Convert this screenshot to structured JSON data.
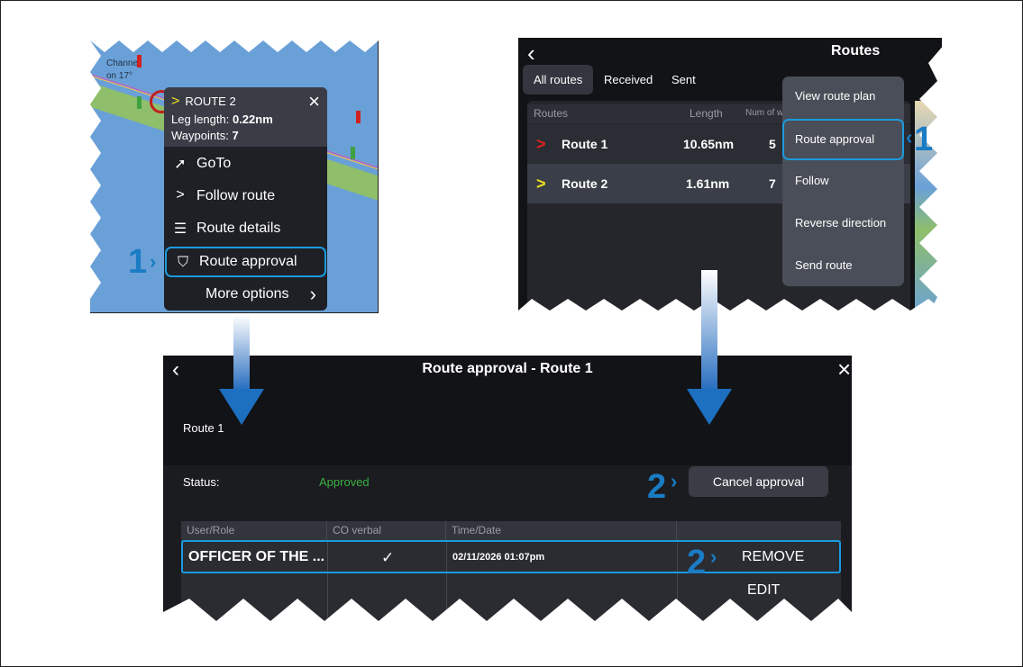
{
  "map_popup": {
    "title": "ROUTE 2",
    "leg_label": "Leg length: ",
    "leg_value": "0.22nm",
    "wp_label": "Waypoints: ",
    "wp_value": "7",
    "items": [
      "GoTo",
      "Follow route",
      "Route details",
      "Route approval",
      "More options"
    ],
    "close": "×",
    "more_chevron": "›"
  },
  "map_labels": [
    "Channel",
    "on 17°"
  ],
  "routes_page": {
    "title": "Routes",
    "back": "‹",
    "tabs": [
      "All routes",
      "Received",
      "Sent"
    ],
    "columns": [
      "Routes",
      "Length",
      "Num of w"
    ],
    "rows": [
      {
        "name": "Route 1",
        "length": "10.65nm",
        "waypoints": "5",
        "color": "#e02020"
      },
      {
        "name": "Route 2",
        "length": "1.61nm",
        "waypoints": "7",
        "color": "#f0e020"
      }
    ],
    "menu": [
      "View route plan",
      "Route approval",
      "Follow",
      "Reverse direction",
      "Send route"
    ]
  },
  "approval_page": {
    "title": "Route approval - Route 1",
    "back": "‹",
    "close": "×",
    "route_name": "Route 1",
    "status_label": "Status:",
    "status_value": "Approved",
    "status_color": "#3cb043",
    "cancel_button": "Cancel approval",
    "columns": [
      "User/Role",
      "CO verbal",
      "Time/Date",
      ""
    ],
    "rows": [
      {
        "user": "OFFICER OF THE ...",
        "co_verbal": "✓",
        "time": "02/11/2026 01:07pm"
      }
    ],
    "actions": [
      "REMOVE",
      "EDIT"
    ]
  },
  "callouts": {
    "step1": "1",
    "step2": "2",
    "chevron": "›"
  }
}
